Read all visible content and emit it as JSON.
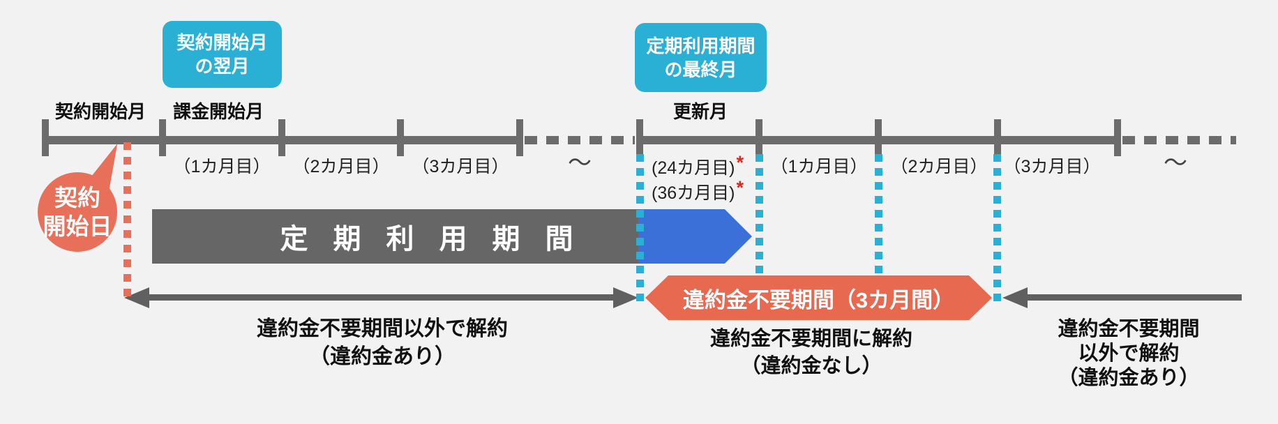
{
  "colors": {
    "background": "#f2f2f2",
    "cyan": "#2aafd5",
    "blue": "#3a70d8",
    "orange": "#e7694f",
    "salmon": "#e8705a",
    "timeline": "#6c6c6c",
    "bar": "#666666",
    "arrow": "#606060",
    "text": "#111111",
    "muted": "#222222",
    "asterisk": "#e3241c"
  },
  "callouts": {
    "billing_start": {
      "line1": "契約開始月",
      "line2": "の翌月"
    },
    "final_month": {
      "line1": "定期利用期間",
      "line2": "の最終月"
    }
  },
  "timeline": {
    "contract_start_month": "契約開始月",
    "billing_start_month": "課金開始月",
    "renewal_month": "更新月",
    "month_1a": "（1カ月目）",
    "month_2a": "（2カ月目）",
    "month_3a": "（3カ月目）",
    "tilde_a": "～",
    "month_24": "(24カ月目)",
    "asterisk_24": "*",
    "month_36": "(36カ月目)",
    "asterisk_36": "*",
    "month_1b": "（1カ月目）",
    "month_2b": "（2カ月目）",
    "month_3b": "（3カ月目）",
    "tilde_b": "～"
  },
  "bubble": {
    "line1": "契約",
    "line2": "開始日"
  },
  "period_bar": {
    "label": "定　期　利　用　期　間"
  },
  "period_bar_plain": {
    "label": "定期利用期間"
  },
  "banner": {
    "label": "違約金不要期間（3カ月間）"
  },
  "notes": {
    "left": {
      "line1": "違約金不要期間以外で解約",
      "line2": "（違約金あり）"
    },
    "middle": {
      "line1": "違約金不要期間に解約",
      "line2": "（違約金なし）"
    },
    "right": {
      "line1": "違約金不要期間",
      "line2": "以外で解約",
      "line3": "（違約金あり）"
    }
  }
}
